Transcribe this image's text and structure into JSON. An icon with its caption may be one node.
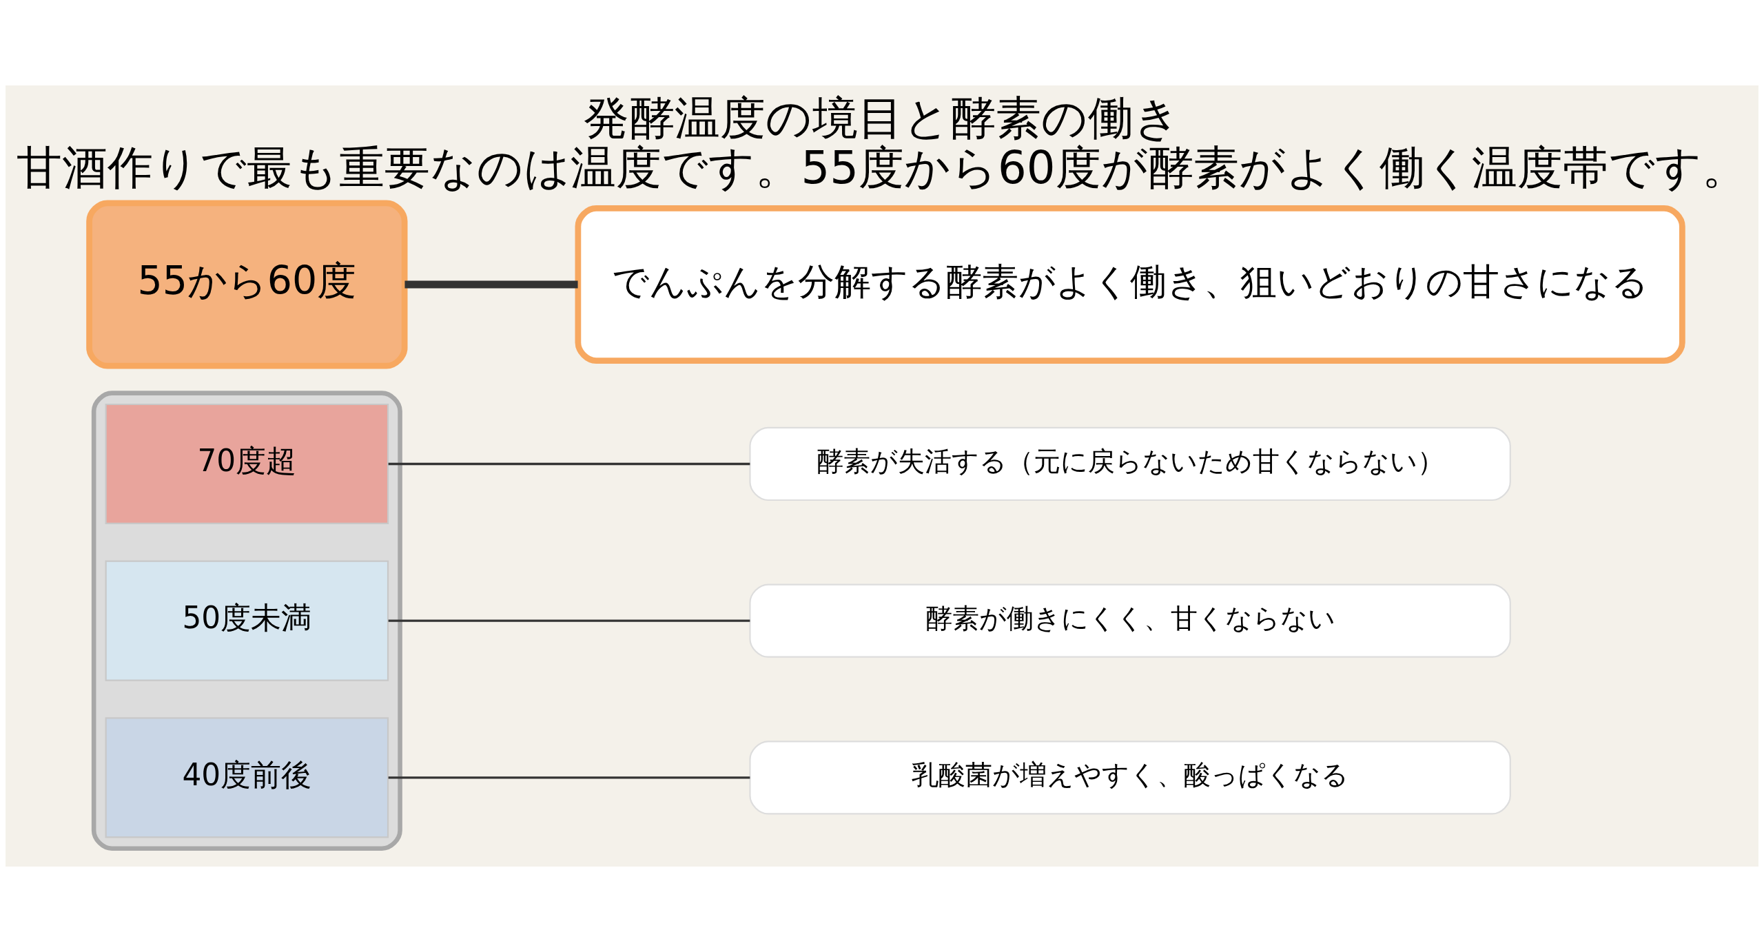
{
  "diagram": {
    "title": "発酵温度の境目と酵素の働き",
    "caption": "甘酒作りで最も重要なのは温度です。55度から60度が酵素がよく働く温度帯です。",
    "nodes": [
      {
        "text": [],
        "shape": "box"
      },
      {
        "text": [
          "70度超"
        ],
        "in": 0
      },
      {
        "text": [
          "酵素が失活する（元に戻らないため甘くならない）"
        ]
      },
      {
        "text": [
          "55から60度"
        ]
      },
      {
        "text": [
          "でんぷんを分解する酵素がよく働き、狙いどおりの甘さになる"
        ]
      },
      {
        "text": [
          "50度未満"
        ],
        "in": 0
      },
      {
        "text": [
          "酵素が働きにくく、甘くならない"
        ]
      },
      {
        "text": [
          "40度前後"
        ],
        "in": 0
      },
      {
        "text": [
          "乳酸菌が増えやすく、酸っぱくなる"
        ]
      }
    ],
    "edges": [
      {
        "from": 1,
        "to": 2,
        "arrow": "none"
      },
      {
        "from": 3,
        "to": 4,
        "arrow": "none",
        "style": "thick"
      },
      {
        "from": 5,
        "to": 6,
        "arrow": "none"
      },
      {
        "from": 7,
        "to": 8,
        "arrow": "none"
      }
    ]
  }
}
